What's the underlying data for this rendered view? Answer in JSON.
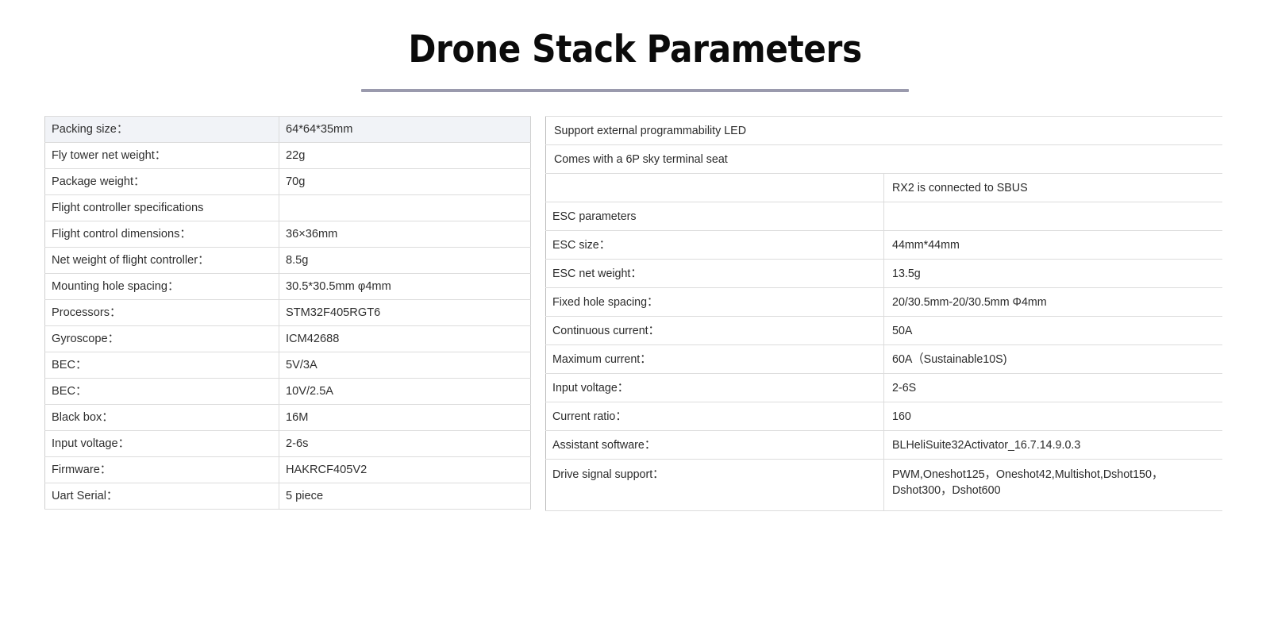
{
  "page": {
    "title": "Drone Stack Parameters"
  },
  "left_table": {
    "name": "flight-controller-spec-table",
    "rows": [
      {
        "key": "Packing size：",
        "value": "64*64*35mm",
        "shaded": true
      },
      {
        "key": "Fly tower net weight：",
        "value": "22g",
        "shaded": false
      },
      {
        "key": "Package weight：",
        "value": "70g",
        "shaded": false
      },
      {
        "key": "Flight controller specifications",
        "value": "",
        "shaded": false
      },
      {
        "key": "Flight control dimensions：",
        "value": "36×36mm",
        "shaded": false
      },
      {
        "key": "Net weight of flight controller：",
        "value": "8.5g",
        "shaded": false
      },
      {
        "key": "Mounting hole spacing：",
        "value": "30.5*30.5mm φ4mm",
        "shaded": false
      },
      {
        "key": "Processors：",
        "value": "STM32F405RGT6",
        "shaded": false
      },
      {
        "key": "Gyroscope：",
        "value": "ICM42688",
        "shaded": false
      },
      {
        "key": "BEC：",
        "value": "5V/3A",
        "shaded": false
      },
      {
        "key": "BEC：",
        "value": "10V/2.5A",
        "shaded": false
      },
      {
        "key": "Black box：",
        "value": "16M",
        "shaded": false
      },
      {
        "key": "Input voltage：",
        "value": "2-6s",
        "shaded": false
      },
      {
        "key": "Firmware：",
        "value": "HAKRCF405V2",
        "shaded": false
      },
      {
        "key": "Uart Serial：",
        "value": "5 piece",
        "shaded": false
      }
    ]
  },
  "right_table": {
    "name": "esc-spec-table",
    "rows": [
      {
        "layout": "full",
        "key": "Support external programmability LED",
        "value": ""
      },
      {
        "layout": "full",
        "key": "Comes with a 6P sky terminal seat",
        "value": ""
      },
      {
        "layout": "split",
        "key": "",
        "value": "RX2 is connected to SBUS"
      },
      {
        "layout": "split",
        "key": "ESC parameters",
        "value": ""
      },
      {
        "layout": "split",
        "key": "ESC size：",
        "value": "44mm*44mm"
      },
      {
        "layout": "split",
        "key": "ESC net weight：",
        "value": "13.5g"
      },
      {
        "layout": "split",
        "key": "Fixed hole spacing：",
        "value": "20/30.5mm-20/30.5mm Φ4mm"
      },
      {
        "layout": "split",
        "key": "Continuous current：",
        "value": "50A"
      },
      {
        "layout": "split",
        "key": "Maximum current：",
        "value": "60A（Sustainable10S)"
      },
      {
        "layout": "split",
        "key": "Input voltage：",
        "value": "2-6S"
      },
      {
        "layout": "split",
        "key": "Current ratio：",
        "value": "160"
      },
      {
        "layout": "split",
        "key": "Assistant software：",
        "value": "BLHeliSuite32Activator_16.7.14.9.0.3"
      },
      {
        "layout": "split",
        "key": "Drive signal support：",
        "value": "PWM,Oneshot125，Oneshot42,Multishot,Dshot150，Dshot300，Dshot600",
        "tall": true
      }
    ]
  },
  "colors": {
    "rule": "#9a9aad",
    "shaded_row": "#f1f3f7",
    "border": "#dcdcdc",
    "text": "#2b2b2b"
  }
}
